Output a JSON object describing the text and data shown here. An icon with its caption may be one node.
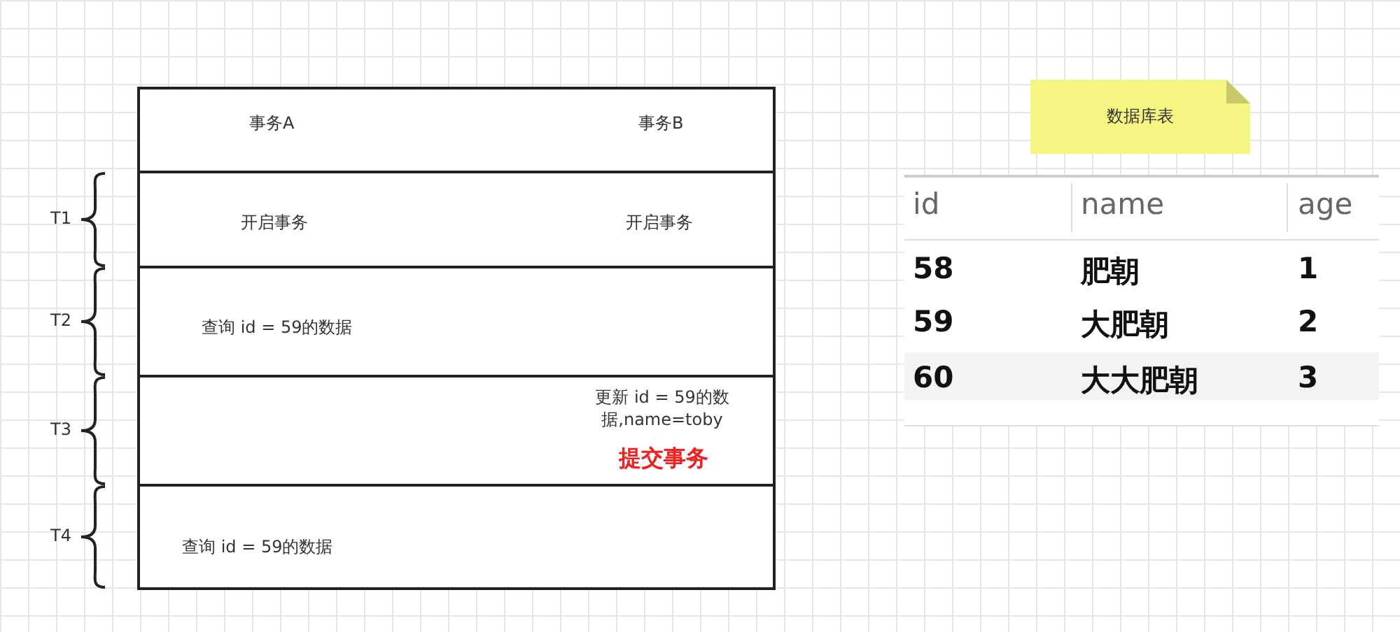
{
  "diagram": {
    "nodes": [
      {
        "text": [
          "事务A",
          "事务B"
        ]
      },
      {
        "text": [
          "开启事务",
          "开启事务"
        ],
        "beside": [
          "T1"
        ]
      },
      {
        "text": [
          "查询 id = 59的数据"
        ],
        "beside": [
          "T2"
        ]
      },
      {
        "text": [
          "更新 id = 59的数据,name=toby",
          "提交事务"
        ],
        "beside": [
          "T3"
        ]
      },
      {
        "text": [
          "查询 id = 59的数据"
        ],
        "beside": [
          "T4"
        ]
      },
      {
        "text": [
          "数据库表"
        ]
      }
    ],
    "labels": [
      "id",
      "name",
      "age",
      "58",
      "肥朝",
      "1",
      "59",
      "大肥朝",
      "2",
      "60",
      "大大肥朝",
      "3"
    ]
  }
}
